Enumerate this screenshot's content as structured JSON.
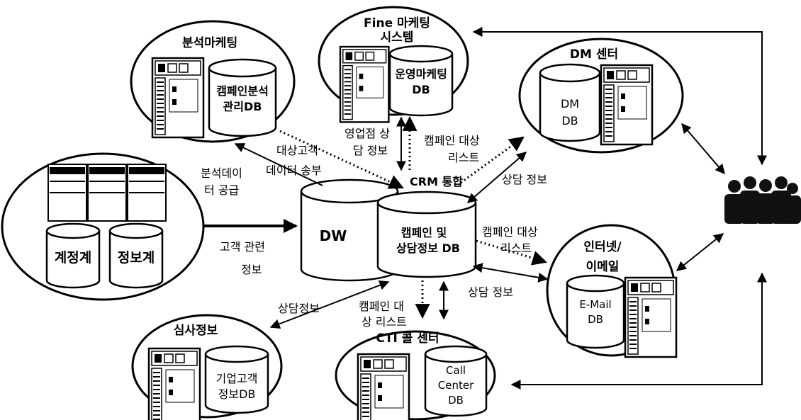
{
  "nodes": {
    "analysis_marketing": {
      "title": "분석마케팅",
      "db_line1": "캠페인분석",
      "db_line2": "관리DB"
    },
    "fine_marketing": {
      "title_line1": "Fine 마케팅",
      "title_line2": "시스템",
      "db_line1": "운영마케팅",
      "db_line2": "DB"
    },
    "dm_center": {
      "title": "DM 센터",
      "db_line1": "DM",
      "db_line2": "DB"
    },
    "legacy": {
      "db1": "계정계",
      "db2": "정보계"
    },
    "dw": {
      "label": "DW"
    },
    "campaign_db": {
      "line1": "캠페인 및",
      "line2": "상담정보 DB"
    },
    "internet_email": {
      "title_line1": "인터넷/",
      "title_line2": "이메일",
      "db_line1": "E-Mail",
      "db_line2": "DB"
    },
    "review_info": {
      "title": "심사정보",
      "db_line1": "기업고객",
      "db_line2": "정보DB"
    },
    "cti_call_center": {
      "title": "CTI 콜 센터",
      "db_line1": "Call",
      "db_line2": "Center",
      "db_line3": "DB"
    }
  },
  "edge_labels": {
    "target_customer_1": "대상고객",
    "target_customer_2": "데이터 송부",
    "analysis_data_1": "분석데이",
    "analysis_data_2": "터 공급",
    "branch_1": "영업점 상",
    "branch_2": "담 정보",
    "campaign_target_top_1": "캠페인 대상",
    "campaign_target_top_2": "리스트",
    "crm_integration": "CRM 통합",
    "consult_info_top": "상담 정보",
    "customer_related_1": "고객 관련",
    "customer_related_2": "정보",
    "campaign_target_right_1": "캠페인 대상",
    "campaign_target_right_2": "리스트",
    "consult_info_bottom": "상담 정보",
    "consult_info_left": "상담정보",
    "campaign_target_bottom_1": "캠페인 대",
    "campaign_target_bottom_2": "상 리스트"
  },
  "icons": {
    "server": "server-rack-icon",
    "people": "business-people-icon"
  }
}
